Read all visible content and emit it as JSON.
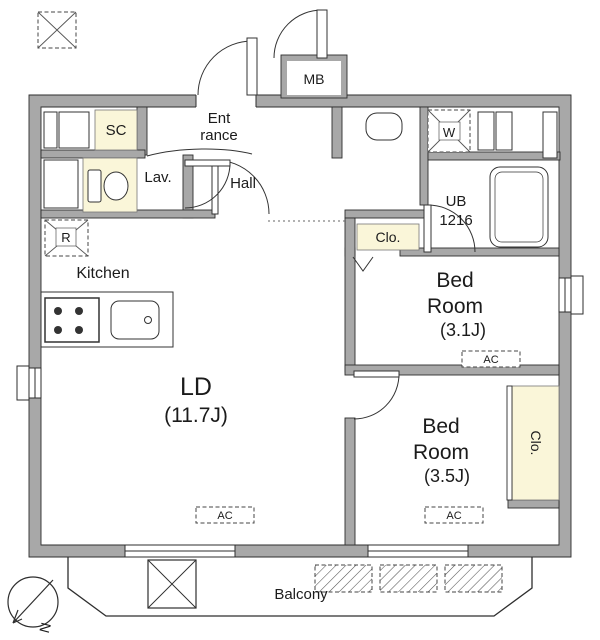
{
  "colors": {
    "wall": "#a8a8a8",
    "cream": "#faf6d9",
    "line": "#2e2e2e"
  },
  "labels": {
    "sc": "SC",
    "entrance_l1": "Ent",
    "entrance_l2": "rance",
    "mb": "MB",
    "lav": "Lav.",
    "hall": "Hall",
    "washer": "W",
    "ub_l1": "UB",
    "ub_l2": "1216",
    "closet_top": "Clo.",
    "kitchen": "Kitchen",
    "fridge": "R",
    "bedroom1_l1": "Bed",
    "bedroom1_l2": "Room",
    "bedroom1_l3": "(3.1J)",
    "ld_l1": "LD",
    "ld_l2": "(11.7J)",
    "bedroom2_l1": "Bed",
    "bedroom2_l2": "Room",
    "bedroom2_l3": "(3.5J)",
    "closet_right": "Clo.",
    "ac": "AC",
    "balcony": "Balcony",
    "compass_north": "N"
  }
}
